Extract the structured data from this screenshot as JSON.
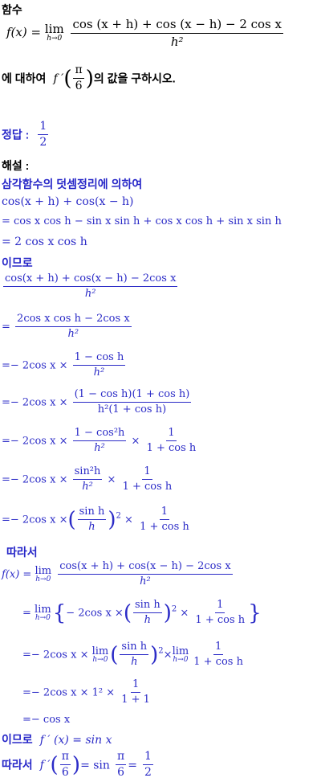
{
  "header": {
    "label": "함수"
  },
  "problem": {
    "fx": "f(x) =",
    "lim": "lim",
    "lim_sub": "h→0",
    "numerator": "cos (x + h) + cos (x − h) − 2 cos x",
    "denominator": "h²",
    "pre": "에 대하여",
    "fprime": "f ′",
    "arg_num": "π",
    "arg_den": "6",
    "post": "의 값을 구하시오."
  },
  "answer": {
    "label": "정답 :",
    "num": "1",
    "den": "2"
  },
  "solution": {
    "label": "해설 :",
    "intro": "삼각함수의 덧셈정리에 의하여",
    "l1": "cos(x + h) + cos(x − h)",
    "l2": "= cos x cos h − sin x sin h + cos x cos h + sin x sin h",
    "l3": "= 2 cos x cos h",
    "imeuro": "이므로",
    "f1_num": "cos(x + h) + cos(x − h) − 2cos x",
    "f1_den": "h²",
    "f2_eq": "=",
    "f2_num": "2cos x cos h − 2cos x",
    "f2_den": "h²",
    "f3_pre": "=− 2cos x ×",
    "f3_num": "1 − cos h",
    "f3_den": "h²",
    "f4_pre": "=− 2cos x ×",
    "f4_num": "(1 − cos h)(1 + cos h)",
    "f4_den": "h²(1 + cos h)",
    "f5_pre": "=− 2cos x ×",
    "f5_num": "1 − cos²h",
    "f5_den": "h²",
    "f5_times": "×",
    "f5_num2": "1",
    "f5_den2": "1 + cos h",
    "f6_pre": "=− 2cos x ×",
    "f6_num": "sin²h",
    "f6_den": "h²",
    "f6_times": "×",
    "f6_num2": "1",
    "f6_den2": "1 + cos h",
    "f7_pre": "=− 2cos x ×",
    "f7_num": "sin h",
    "f7_den": "h",
    "f7_exp": "2",
    "f7_times": "×",
    "f7_num2": "1",
    "f7_den2": "1 + cos h",
    "ttaraseo": "따라서",
    "g1_pre": "f(x) =",
    "g1_num": "cos(x + h) + cos(x − h) − 2cos x",
    "g1_den": "h²",
    "g2_eq": "=",
    "g2_a": "− 2cos x ×",
    "g2_num": "sin h",
    "g2_den": "h",
    "g2_exp": "2",
    "g2_times": "×",
    "g2_num2": "1",
    "g2_den2": "1 + cos h",
    "g3_pre": "=− 2cos x ×",
    "g3_num": "sin h",
    "g3_den": "h",
    "g3_exp": "2",
    "g3_times": "×",
    "g3_num2": "1",
    "g3_den2": "1 + cos h",
    "g4_pre": "=− 2cos x × 1² ×",
    "g4_num": "1",
    "g4_den": "1 + 1",
    "g5": "=− cos x",
    "c1_label": "이므로",
    "c1_math": "f ′ (x) = sin x",
    "c2_label": "따라서",
    "c2_f": "f ′",
    "c2_num": "π",
    "c2_den": "6",
    "c2_eq": "= sin",
    "c2_num2": "π",
    "c2_den2": "6",
    "c2_eq2": "=",
    "c2_num3": "1",
    "c2_den3": "2"
  }
}
